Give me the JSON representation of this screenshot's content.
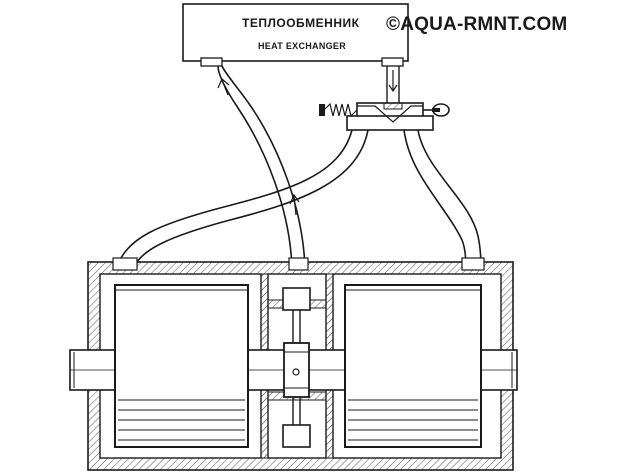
{
  "heat_exchanger": {
    "title_ru": "ТЕПЛООБМЕННИК",
    "title_en": "HEAT EXCHANGER"
  },
  "watermark": "©AQUA-RMNT.COM",
  "colors": {
    "line": "#1a1a1a",
    "hatch": "#555555",
    "background": "#ffffff"
  }
}
